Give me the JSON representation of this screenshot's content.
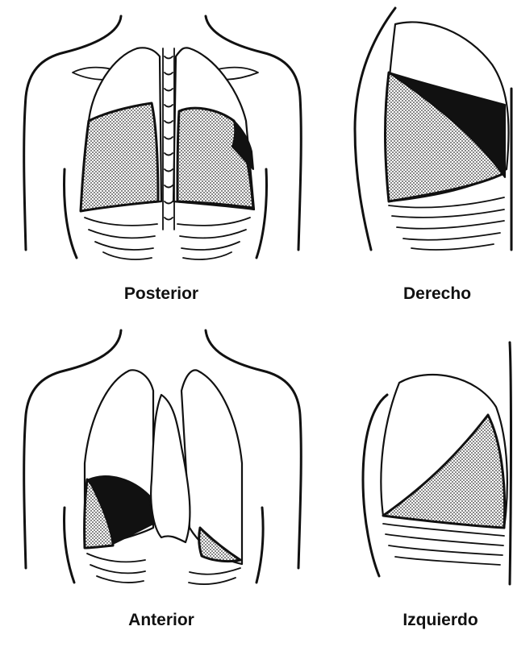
{
  "views": [
    {
      "id": "posterior",
      "label": "Posterior"
    },
    {
      "id": "derecho",
      "label": "Derecho"
    },
    {
      "id": "anterior",
      "label": "Anterior"
    },
    {
      "id": "izquierdo",
      "label": "Izquierdo"
    }
  ],
  "legend_meaning": {
    "dotted": "shaded-region",
    "black": "solid-region"
  },
  "colors": {
    "ink": "#111111",
    "background": "#ffffff"
  }
}
